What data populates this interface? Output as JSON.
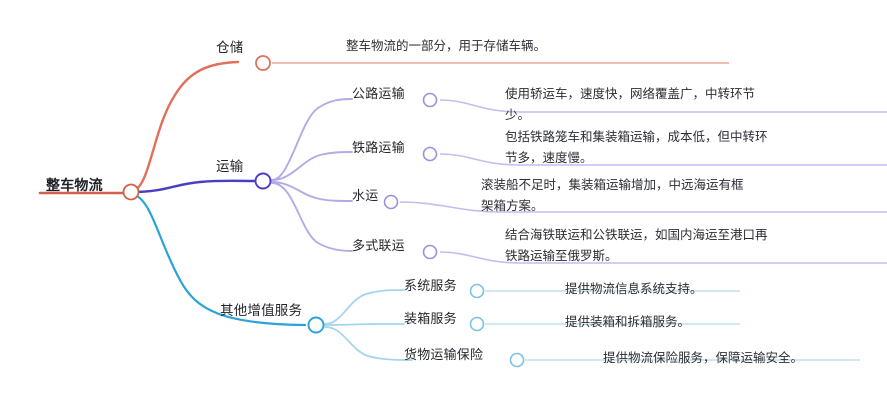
{
  "diagram": {
    "type": "mind-map",
    "title": "整车物流",
    "background": "#ffffff",
    "colors": {
      "root": "#d9604a",
      "warehouse": "#e0705c",
      "warehouse_light": "#eeb4a7",
      "transport": "#4a3fc4",
      "transport_light": "#b3abe8",
      "value_added": "#29a3d9",
      "value_added_light": "#a5d5ec",
      "text": "#22252a"
    }
  },
  "root": {
    "label": "整车物流"
  },
  "branches": [
    {
      "id": "warehouse",
      "label": "仓储",
      "color": "#e0705c",
      "leaf": {
        "text": "整车物流的一部分，用于存储车辆。"
      },
      "children": []
    },
    {
      "id": "transport",
      "label": "运输",
      "color": "#4a3fc4",
      "children": [
        {
          "id": "road",
          "label": "公路运输",
          "leaf": {
            "text": "使用轿运车，速度快，网络覆盖广，中转环节\n少。"
          }
        },
        {
          "id": "rail",
          "label": "铁路运输",
          "leaf": {
            "text": "包括铁路笼车和集装箱运输，成本低，但中转环\n节多，速度慢。"
          }
        },
        {
          "id": "water",
          "label": "水运",
          "leaf": {
            "text": "滚装船不足时，集装箱运输增加，中远海运有框\n架箱方案。"
          }
        },
        {
          "id": "multimodal",
          "label": "多式联运",
          "leaf": {
            "text": "结合海铁联运和公铁联运，如国内海运至港口再\n铁路运输至俄罗斯。"
          }
        }
      ]
    },
    {
      "id": "value-added",
      "label": "其他增值服务",
      "color": "#29a3d9",
      "children": [
        {
          "id": "system-service",
          "label": "系统服务",
          "leaf": {
            "text": "提供物流信息系统支持。"
          }
        },
        {
          "id": "packing-service",
          "label": "装箱服务",
          "leaf": {
            "text": "提供装箱和拆箱服务。"
          }
        },
        {
          "id": "cargo-insurance",
          "label": "货物运输保险",
          "leaf": {
            "text": "提供物流保险服务，保障运输安全。"
          }
        }
      ]
    }
  ]
}
